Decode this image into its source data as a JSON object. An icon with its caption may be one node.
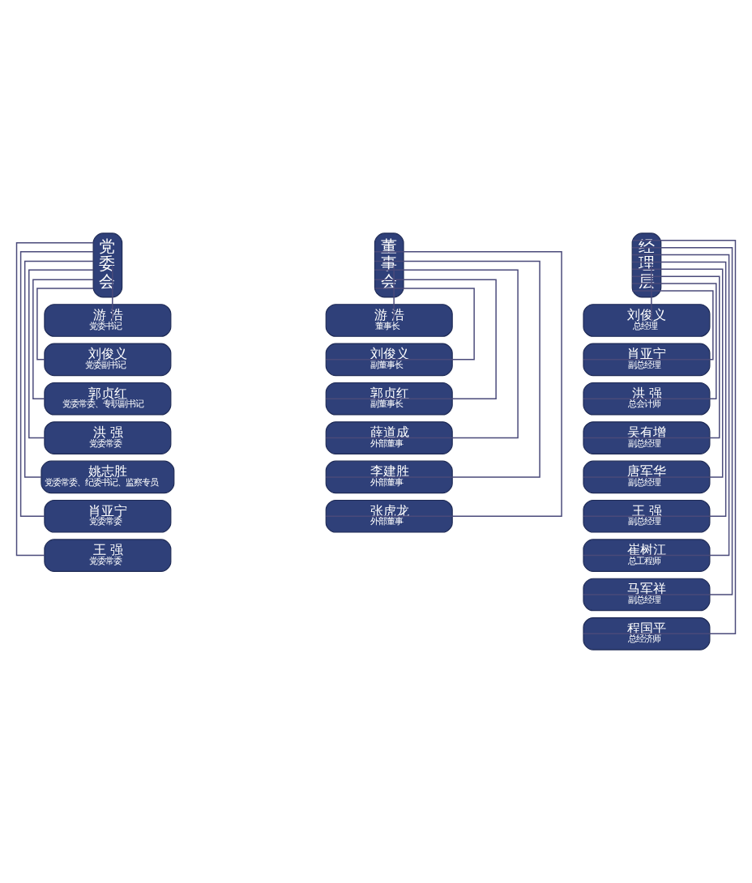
{
  "diagram": {
    "nodes": [
      {
        "text": [
          "党委会"
        ]
      },
      {
        "text": [
          "游 浩",
          "党委书记"
        ]
      },
      {
        "text": [
          "刘俊义",
          "党委副书记"
        ]
      },
      {
        "text": [
          "郭贞红",
          "党委常委、专职副书记"
        ]
      },
      {
        "text": [
          "洪 强",
          "党委常委"
        ]
      },
      {
        "text": [
          "姚志胜",
          "党委常委、纪委书记、监察专员"
        ]
      },
      {
        "text": [
          "肖亚宁",
          "党委常委"
        ]
      },
      {
        "text": [
          "王 强",
          "党委常委"
        ]
      },
      {
        "text": [
          "董事会"
        ]
      },
      {
        "text": [
          "游 浩",
          "董事长"
        ]
      },
      {
        "text": [
          "刘俊义",
          "副董事长"
        ]
      },
      {
        "text": [
          "郭贞红",
          "副董事长"
        ]
      },
      {
        "text": [
          "薛道成",
          "外部董事"
        ]
      },
      {
        "text": [
          "李建胜",
          "外部董事"
        ]
      },
      {
        "text": [
          "张虎龙",
          "外部董事"
        ]
      },
      {
        "text": [
          "经理层"
        ]
      },
      {
        "text": [
          "刘俊义",
          "总经理"
        ]
      },
      {
        "text": [
          "肖亚宁",
          "副总经理"
        ]
      },
      {
        "text": [
          "洪 强",
          "总会计师"
        ]
      },
      {
        "text": [
          "吴有增",
          "副总经理"
        ]
      },
      {
        "text": [
          "唐军华",
          "副总经理"
        ]
      },
      {
        "text": [
          "王 强",
          "副总经理"
        ]
      },
      {
        "text": [
          "崔树江",
          "总工程师"
        ]
      },
      {
        "text": [
          "马军祥",
          "副总经理"
        ]
      },
      {
        "text": [
          "程国平",
          "总经济师"
        ]
      }
    ],
    "edges": [
      {
        "from": 0,
        "to": 1,
        "arrow": "none"
      },
      {
        "from": 0,
        "to": 2,
        "arrow": "none"
      },
      {
        "from": 0,
        "to": 3,
        "arrow": "none"
      },
      {
        "from": 0,
        "to": 4,
        "arrow": "none"
      },
      {
        "from": 0,
        "to": 5,
        "arrow": "none"
      },
      {
        "from": 0,
        "to": 6,
        "arrow": "none"
      },
      {
        "from": 0,
        "to": 7,
        "arrow": "none"
      },
      {
        "from": 8,
        "to": 9,
        "arrow": "none"
      },
      {
        "from": 8,
        "to": 10,
        "arrow": "none"
      },
      {
        "from": 8,
        "to": 11,
        "arrow": "none"
      },
      {
        "from": 8,
        "to": 12,
        "arrow": "none"
      },
      {
        "from": 8,
        "to": 13,
        "arrow": "none"
      },
      {
        "from": 8,
        "to": 14,
        "arrow": "none"
      },
      {
        "from": 15,
        "to": 16,
        "arrow": "none"
      },
      {
        "from": 15,
        "to": 17,
        "arrow": "none"
      },
      {
        "from": 15,
        "to": 18,
        "arrow": "none"
      },
      {
        "from": 15,
        "to": 19,
        "arrow": "none"
      },
      {
        "from": 15,
        "to": 20,
        "arrow": "none"
      },
      {
        "from": 15,
        "to": 21,
        "arrow": "none"
      },
      {
        "from": 15,
        "to": 22,
        "arrow": "none"
      },
      {
        "from": 15,
        "to": 23,
        "arrow": "none"
      },
      {
        "from": 15,
        "to": 24,
        "arrow": "none"
      }
    ]
  }
}
